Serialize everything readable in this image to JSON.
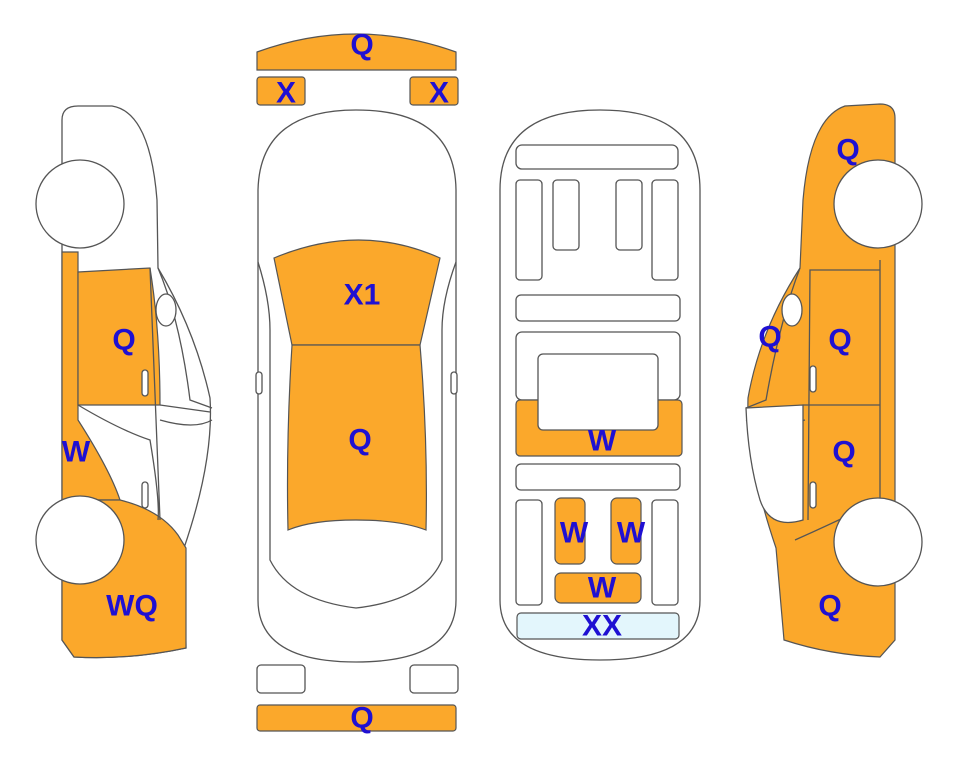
{
  "colors": {
    "damage_fill": "#FBA82B",
    "light_fill": "#E3F6FC",
    "label": "#1F10D2",
    "outline": "#555555"
  },
  "labels": {
    "front_bumper": "Q",
    "headlight_left": "X",
    "headlight_right": "X",
    "hood": "X1",
    "roof": "Q",
    "rear_bumper": "Q",
    "left_fender": "W",
    "left_front_door": "Q",
    "left_rear_quarter": "WQ",
    "right_front_fender": "Q",
    "right_a_pillar": "Q",
    "right_front_door": "Q",
    "right_rear_door": "Q",
    "right_rear_quarter": "Q",
    "underbody_mid": "W",
    "underbody_left": "W",
    "underbody_right": "W",
    "underbody_rear": "W",
    "underbody_tail": "XX"
  }
}
